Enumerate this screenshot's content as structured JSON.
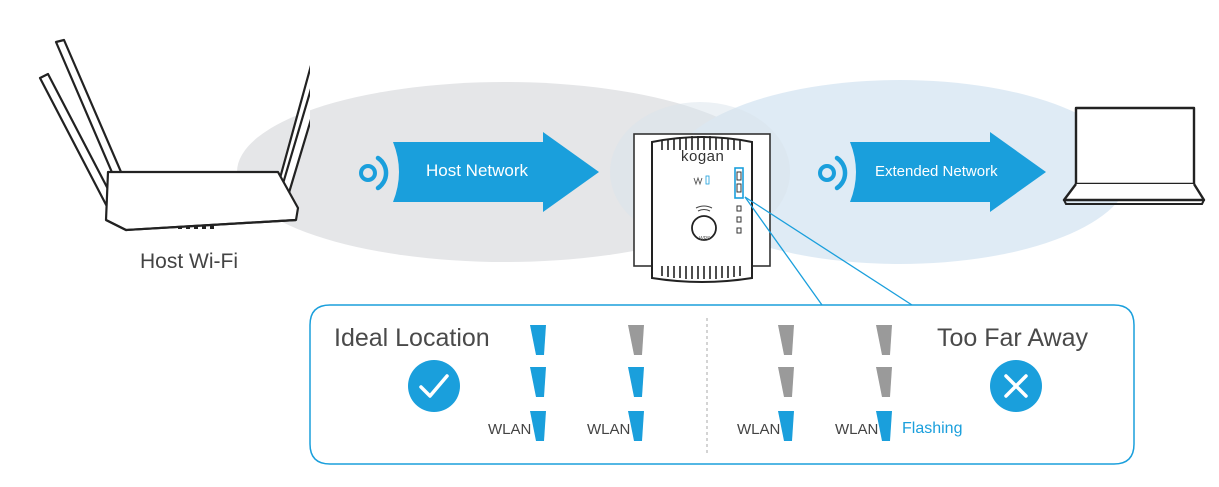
{
  "host_label": "Host Wi-Fi",
  "arrow_host": "Host Network",
  "arrow_extended": "Extended Network",
  "device_brand": "kogan",
  "device_button": "WPS",
  "panel": {
    "ideal_title": "Ideal Location",
    "far_title": "Too Far Away",
    "wlan": "WLAN",
    "flashing": "Flashing"
  },
  "colors": {
    "accent": "#1a9fdc",
    "grey_bar": "#9a9a9a",
    "ellipse": "#e4e6e8",
    "ellipse_blue": "#dcebf5"
  },
  "signal_groups": [
    {
      "bars": [
        "blue",
        "blue",
        "blue"
      ]
    },
    {
      "bars": [
        "grey",
        "blue",
        "blue"
      ]
    },
    {
      "bars": [
        "grey",
        "grey",
        "blue"
      ]
    },
    {
      "bars": [
        "grey",
        "grey",
        "blue"
      ]
    }
  ]
}
